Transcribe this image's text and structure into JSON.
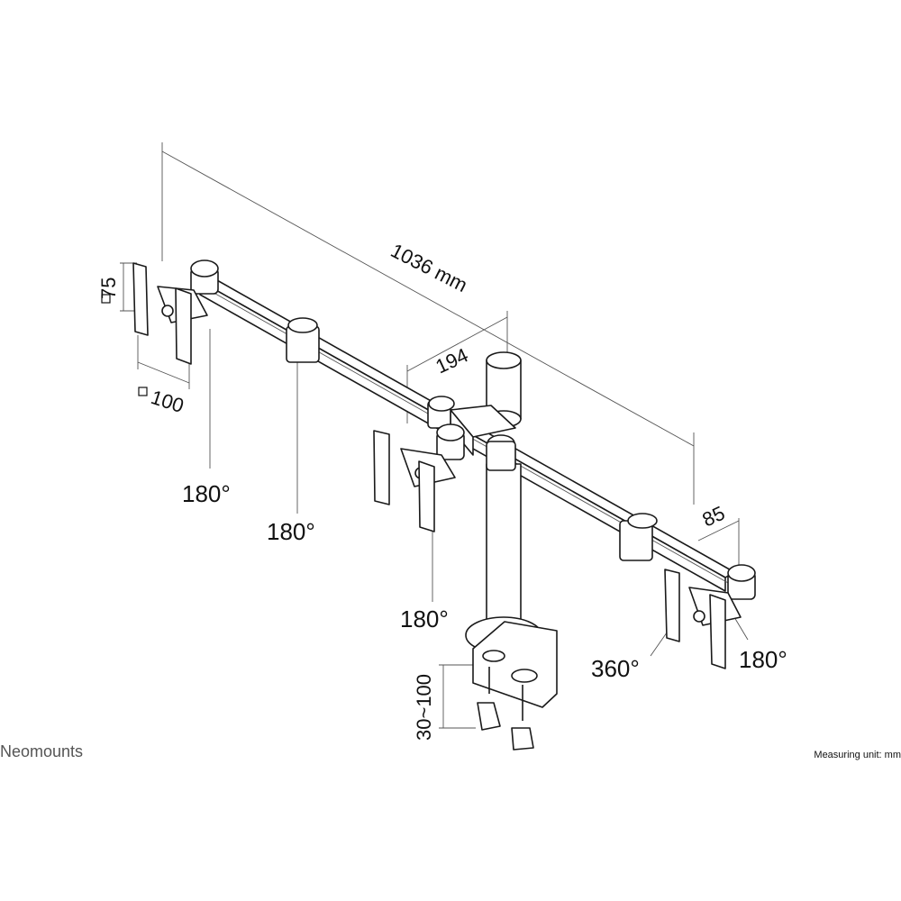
{
  "labels": {
    "width_total": "1036 mm",
    "width_center": "194",
    "width_right": "85",
    "vesa_height": "75",
    "vesa_width": "100",
    "rot_left_plate": "180°",
    "rot_left_arm": "180°",
    "rot_center_plate": "180°",
    "rot_right_joint": "360°",
    "rot_right_plate": "180°",
    "desk_thickness": "30~100"
  },
  "footer": {
    "brand": "Neomounts",
    "measuring_unit": "Measuring unit: mm"
  },
  "colors": {
    "line": "#1a1a1a",
    "dimension": "#555555",
    "background": "#ffffff"
  }
}
